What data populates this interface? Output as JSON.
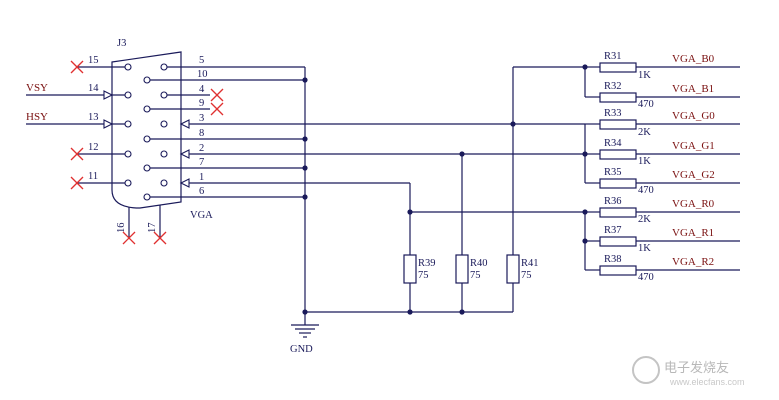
{
  "connector": {
    "ref": "J3",
    "name": "VGA"
  },
  "connector_pins": {
    "p1": "1",
    "p2": "2",
    "p3": "3",
    "p4": "4",
    "p5": "5",
    "p6": "6",
    "p7": "7",
    "p8": "8",
    "p9": "9",
    "p10": "10",
    "p11": "11",
    "p12": "12",
    "p13": "13",
    "p14": "14",
    "p15": "15",
    "p16": "16",
    "p17": "17"
  },
  "signals": {
    "vsy": "VSY",
    "hsy": "HSY"
  },
  "outputs": {
    "b0": "VGA_B0",
    "b1": "VGA_B1",
    "g0": "VGA_G0",
    "g1": "VGA_G1",
    "g2": "VGA_G2",
    "r0": "VGA_R0",
    "r1": "VGA_R1",
    "r2": "VGA_R2"
  },
  "resistors": {
    "r31": {
      "ref": "R31",
      "value": "1K"
    },
    "r32": {
      "ref": "R32",
      "value": "470"
    },
    "r33": {
      "ref": "R33",
      "value": "2K"
    },
    "r34": {
      "ref": "R34",
      "value": "1K"
    },
    "r35": {
      "ref": "R35",
      "value": "470"
    },
    "r36": {
      "ref": "R36",
      "value": "2K"
    },
    "r37": {
      "ref": "R37",
      "value": "1K"
    },
    "r38": {
      "ref": "R38",
      "value": "470"
    },
    "r39": {
      "ref": "R39",
      "value": "75"
    },
    "r40": {
      "ref": "R40",
      "value": "75"
    },
    "r41": {
      "ref": "R41",
      "value": "75"
    }
  },
  "ground": {
    "label": "GND"
  },
  "watermark": {
    "cn": "电子发烧友",
    "url": "www.elecfans.com"
  }
}
